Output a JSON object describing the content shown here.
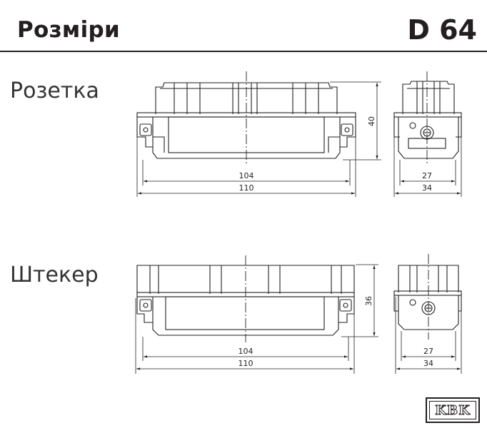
{
  "header": {
    "title": "Розміри",
    "code": "D 64"
  },
  "sections": [
    {
      "label": "Розетка",
      "dims": {
        "inner_width": "104",
        "outer_width": "110",
        "height": "40",
        "side_inner": "27",
        "side_outer": "34"
      }
    },
    {
      "label": "Штекер",
      "dims": {
        "inner_width": "104",
        "outer_width": "110",
        "height": "36",
        "side_inner": "27",
        "side_outer": "34"
      }
    }
  ],
  "logo": {
    "text": "KBK"
  }
}
